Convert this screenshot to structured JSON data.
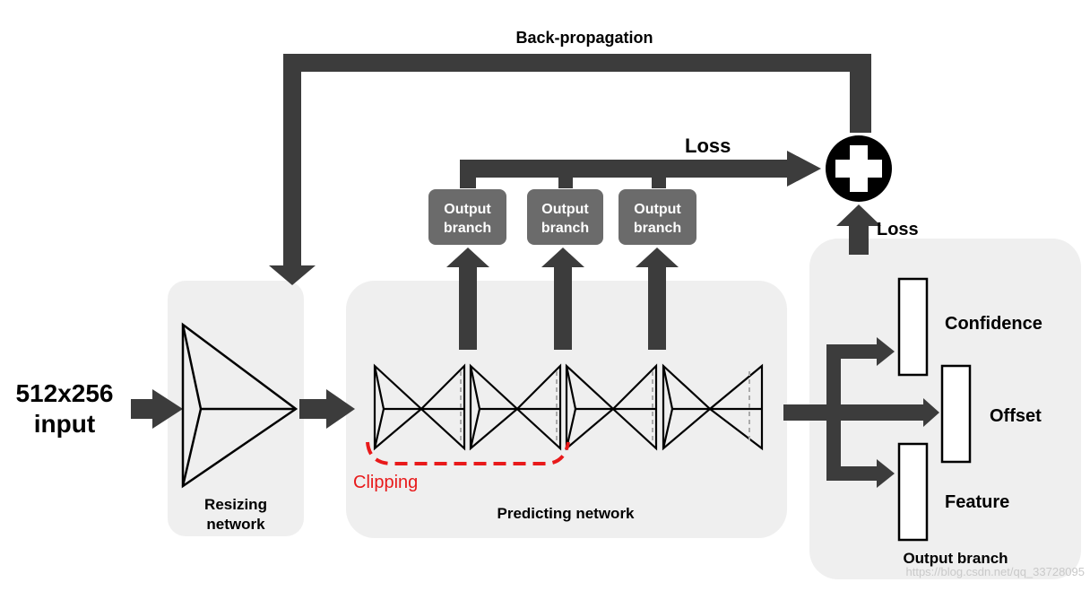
{
  "labels": {
    "back_propagation": "Back-propagation",
    "loss_top": "Loss",
    "loss_right": "Loss",
    "input_line1": "512x256",
    "input_line2": "input",
    "resizing_line1": "Resizing",
    "resizing_line2": "network",
    "predicting": "Predicting network",
    "clipping": "Clipping",
    "confidence": "Confidence",
    "offset": "Offset",
    "feature": "Feature",
    "output_branch_panel": "Output branch"
  },
  "output_branches": [
    {
      "line1": "Output",
      "line2": "branch"
    },
    {
      "line1": "Output",
      "line2": "branch"
    },
    {
      "line1": "Output",
      "line2": "branch"
    }
  ],
  "watermark": "https://blog.csdn.net/qq_33728095",
  "colors": {
    "arrow": "#3c3c3c",
    "panel": "#efefef",
    "branch_box": "#6b6b6b",
    "clipping": "#e8191a",
    "dashed_gray": "#aaaaaa",
    "plus_circle": "#000000"
  },
  "icons": {
    "sum": "plus-circle-icon"
  }
}
